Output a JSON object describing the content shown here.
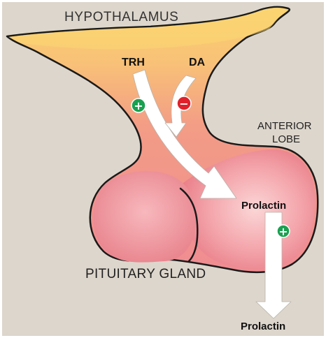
{
  "labels": {
    "hypothalamus": "HYPOTHALAMUS",
    "trh": "TRH",
    "da": "DA",
    "anterior": "ANTERIOR",
    "lobe": "LOBE",
    "prolactin_gland": "Prolactin",
    "pituitary_gland": "PITUITARY GLAND",
    "prolactin_out": "Prolactin"
  },
  "signs": {
    "trh_effect": "+",
    "da_effect": "−",
    "secretion_effect": "+"
  },
  "colors": {
    "background": "#ddd6cc",
    "hypothalamus": "#f7c56a",
    "gland": "#f08a93",
    "stimulate": "#1aa050",
    "inhibit": "#e0212b",
    "arrow": "#ffffff"
  }
}
